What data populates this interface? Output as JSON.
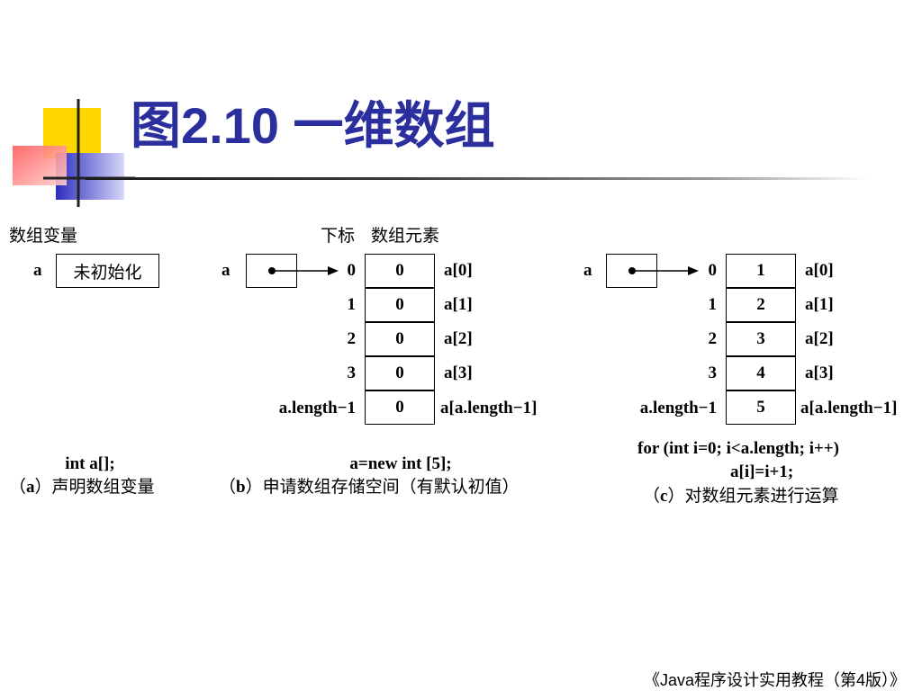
{
  "slide": {
    "title": "图2.10  一维数组",
    "footer": "《Java程序设计实用教程（第4版）》"
  },
  "panel_a": {
    "header": "数组变量",
    "var_name": "a",
    "box_text": "未初始化",
    "code": "int a[];",
    "caption_prefix": "（",
    "caption_letter": "a",
    "caption_rest": "）声明数组变量"
  },
  "panel_b": {
    "header_index": "下标",
    "header_elements": "数组元素",
    "var_name": "a",
    "indices": [
      "0",
      "1",
      "2",
      "3",
      "a.length−1"
    ],
    "values": [
      "0",
      "0",
      "0",
      "0",
      "0"
    ],
    "names": [
      "a[0]",
      "a[1]",
      "a[2]",
      "a[3]",
      "a[a.length−1]"
    ],
    "code": "a=new int [5];",
    "caption_prefix": "（",
    "caption_letter": "b",
    "caption_rest": "）申请数组存储空间（有默认初值）"
  },
  "panel_c": {
    "var_name": "a",
    "indices": [
      "0",
      "1",
      "2",
      "3",
      "a.length−1"
    ],
    "values": [
      "1",
      "2",
      "3",
      "4",
      "5"
    ],
    "names": [
      "a[0]",
      "a[1]",
      "a[2]",
      "a[3]",
      "a[a.length−1]"
    ],
    "code_line1": "for (int i=0; i<a.length; i++)",
    "code_line2": "a[i]=i+1;",
    "caption_prefix": "（",
    "caption_letter": "c",
    "caption_rest": "）对数组元素进行运算"
  },
  "colors": {
    "title": "#2b2f9e",
    "logo_yellow": "#ffd700",
    "logo_blue": "#3a3ac8",
    "logo_red": "#ff4d4d"
  }
}
